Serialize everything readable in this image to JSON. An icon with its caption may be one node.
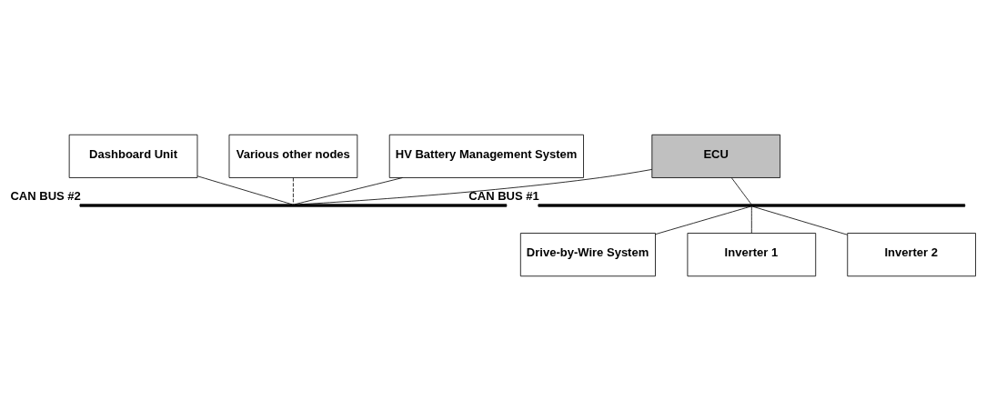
{
  "diagram": {
    "nodes": [
      {
        "text": [
          "Dashboard Unit"
        ]
      },
      {
        "text": [
          "Various other nodes"
        ]
      },
      {
        "text": [
          "HV Battery Management System"
        ]
      },
      {
        "text": [],
        "shape": "bar",
        "beside": [
          "CAN BUS #2"
        ]
      },
      {
        "text": [
          "ECU"
        ]
      },
      {
        "text": [],
        "shape": "bar",
        "beside": [
          "CAN BUS #1"
        ]
      },
      {
        "text": [
          "Drive-by-Wire System"
        ]
      },
      {
        "text": [
          "Inverter 1"
        ]
      },
      {
        "text": [
          "Inverter 2"
        ]
      }
    ],
    "edges": [
      {
        "from": 0,
        "to": 3,
        "arrow": "none"
      },
      {
        "from": 1,
        "to": 3,
        "arrow": "none",
        "style": "dashed"
      },
      {
        "from": 2,
        "to": 3,
        "arrow": "none"
      },
      {
        "from": 4,
        "to": 3,
        "arrow": "none"
      },
      {
        "from": 4,
        "to": 5,
        "arrow": "none"
      },
      {
        "from": 5,
        "to": 6,
        "arrow": "none"
      },
      {
        "from": 5,
        "to": 7,
        "arrow": "none"
      },
      {
        "from": 5,
        "to": 8,
        "arrow": "none"
      }
    ]
  }
}
